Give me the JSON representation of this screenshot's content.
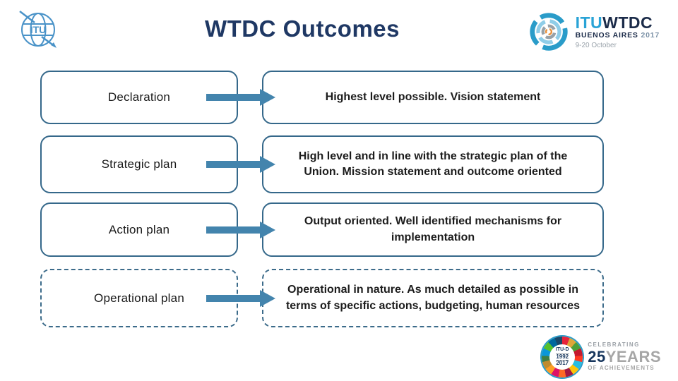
{
  "header": {
    "title": "WTDC Outcomes"
  },
  "logos": {
    "itu_globe": {
      "text": "ITU"
    },
    "wtdc": {
      "itu": "ITU",
      "wtdc": "WTDC",
      "city": "BUENOS AIRES ",
      "year": "2017",
      "dates": "9-20 October"
    },
    "years25": {
      "center_org": "ITU-D",
      "center_year1": "1992",
      "center_year2": "2017",
      "celebrating": "CELEBRATING",
      "number": "25",
      "years": "YEARS",
      "subtitle": "OF ACHIEVEMENTS"
    }
  },
  "rows": [
    {
      "label": "Declaration",
      "description": "Highest level possible. Vision statement"
    },
    {
      "label": "Strategic plan",
      "description": "High level and in line with the strategic plan of the\nUnion. Mission statement and outcome oriented"
    },
    {
      "label": "Action plan",
      "description": "Output oriented. Well identified mechanisms for\nimplementation"
    },
    {
      "label": "Operational plan",
      "description": "Operational in nature. As much detailed as possible in\nterms of specific actions, budgeting, human resources"
    }
  ],
  "colors": {
    "title_navy": "#1f3864",
    "box_border": "#35688a",
    "arrow_blue": "#4384ad",
    "itu_blue": "#29a3d6",
    "orange": "#e8913c",
    "gray": "#a6a6a6"
  }
}
